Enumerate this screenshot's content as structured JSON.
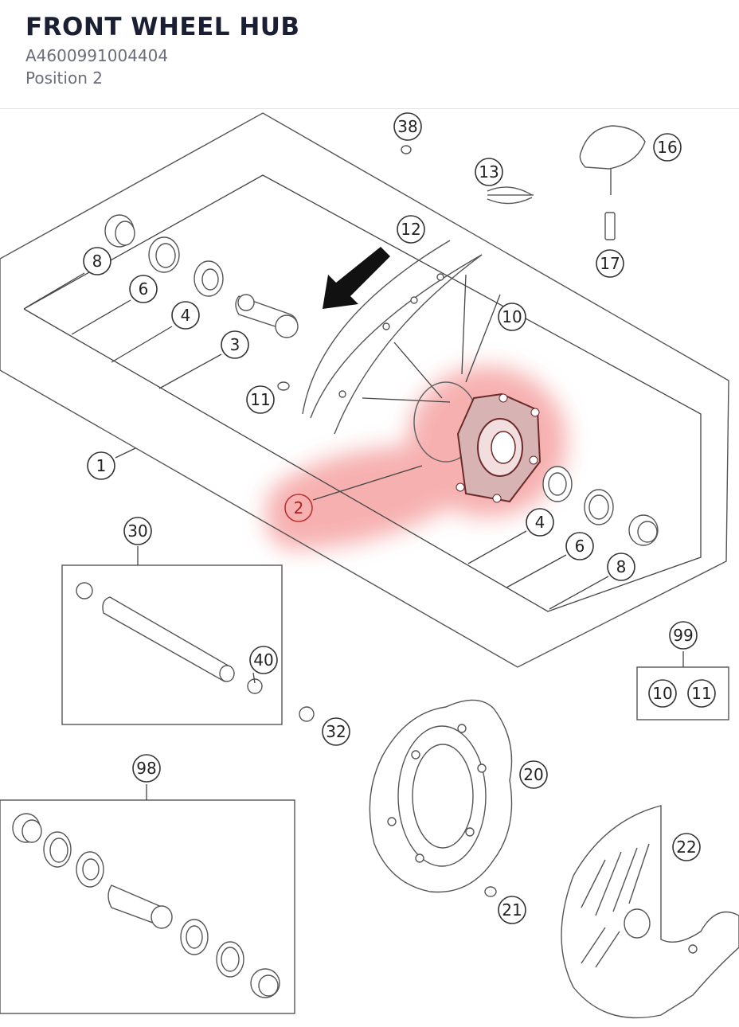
{
  "header": {
    "title": "FRONT WHEEL HUB",
    "part_number": "A4600991004404",
    "position": "Position 2"
  },
  "highlight": {
    "color": "#f08a8a",
    "selected_callout": "2"
  },
  "callouts": [
    {
      "label": "38"
    },
    {
      "label": "16"
    },
    {
      "label": "13"
    },
    {
      "label": "12"
    },
    {
      "label": "17"
    },
    {
      "label": "8"
    },
    {
      "label": "6"
    },
    {
      "label": "4"
    },
    {
      "label": "3"
    },
    {
      "label": "10"
    },
    {
      "label": "11"
    },
    {
      "label": "1"
    },
    {
      "label": "2"
    },
    {
      "label": "4"
    },
    {
      "label": "6"
    },
    {
      "label": "8"
    },
    {
      "label": "30"
    },
    {
      "label": "40"
    },
    {
      "label": "99"
    },
    {
      "label": "10"
    },
    {
      "label": "11"
    },
    {
      "label": "32"
    },
    {
      "label": "98"
    },
    {
      "label": "20"
    },
    {
      "label": "22"
    },
    {
      "label": "21"
    }
  ],
  "icons": {
    "direction_arrow": "rotation-arrow-icon"
  }
}
